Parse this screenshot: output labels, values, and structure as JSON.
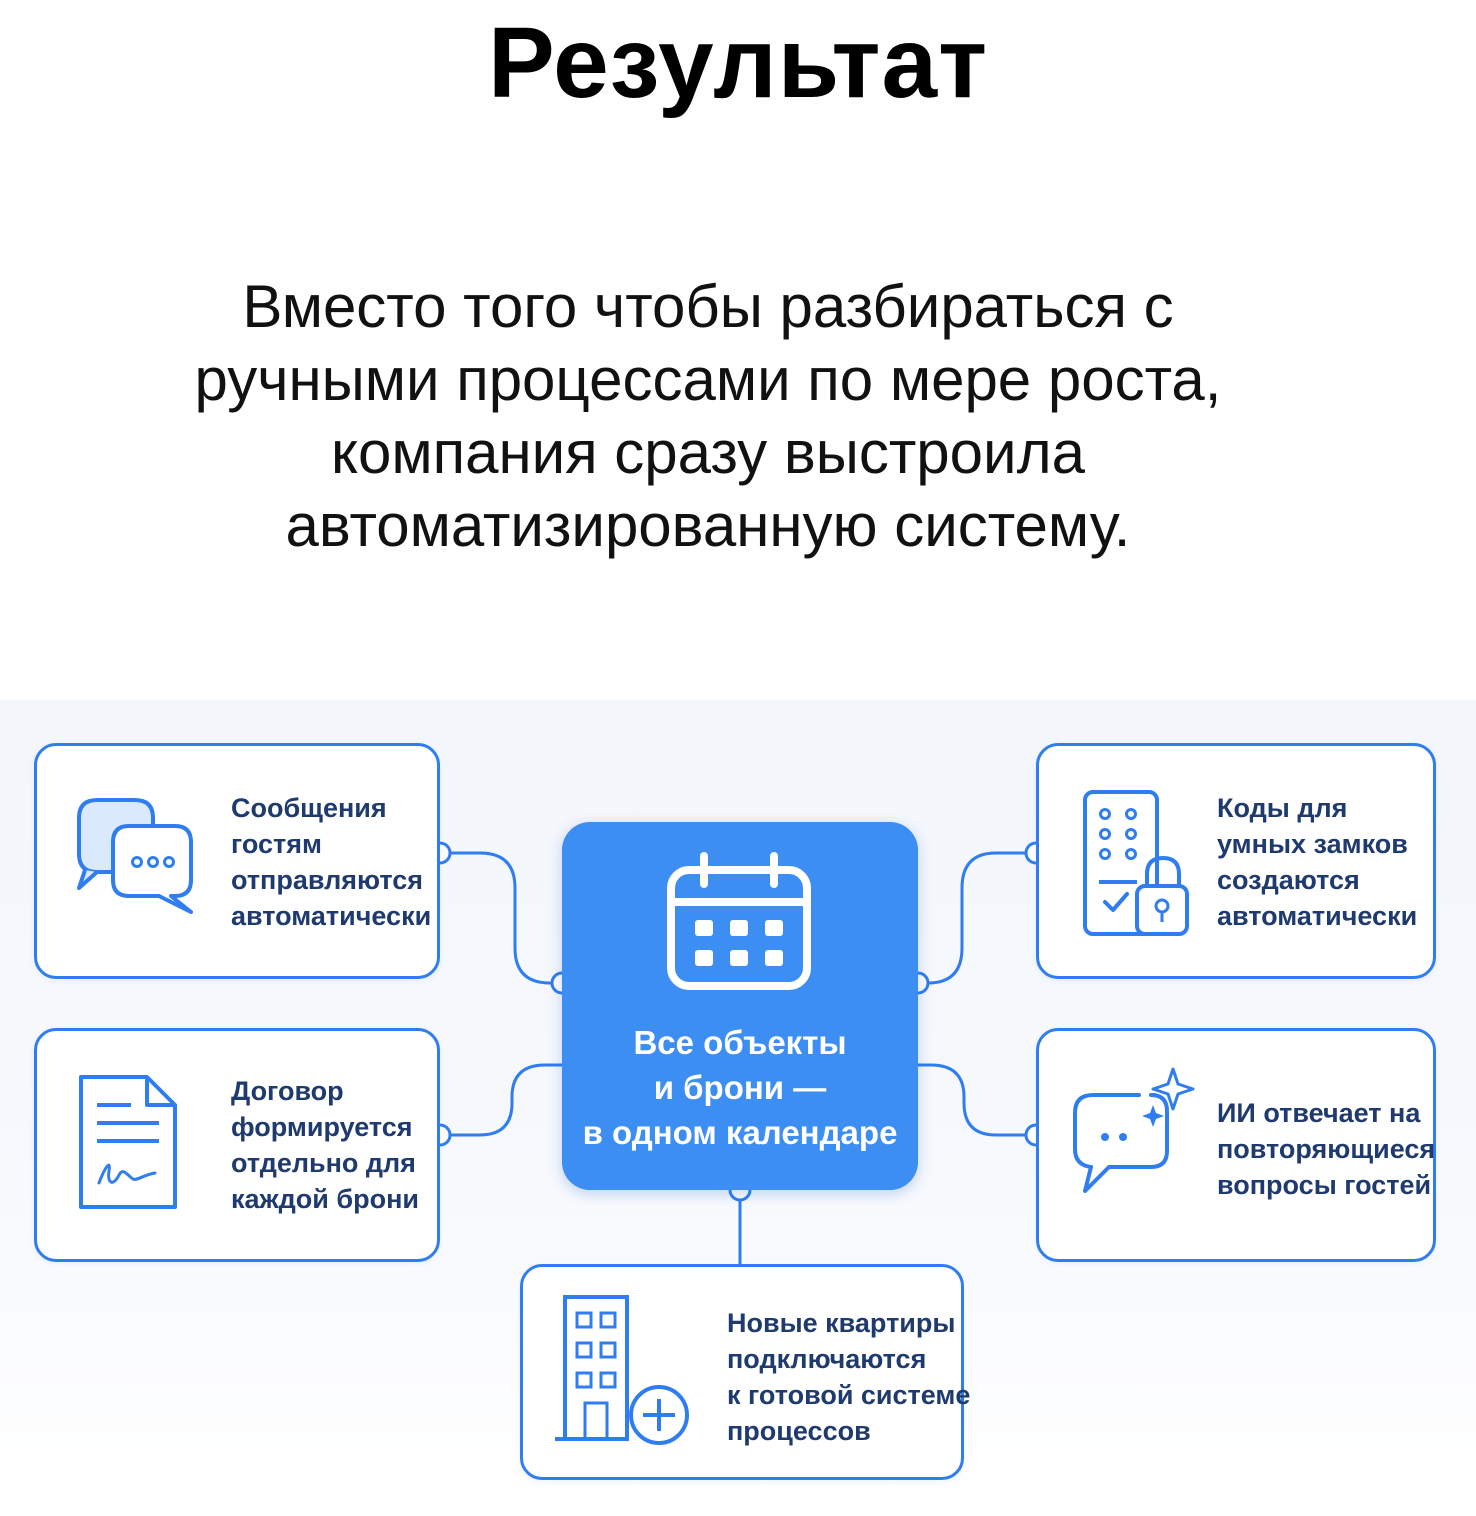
{
  "title": "Результат",
  "subtitle": [
    "Вместо того чтобы разбираться с",
    "ручными процессами по мере роста,",
    "компания сразу выстроила",
    "автоматизированную систему."
  ],
  "center": {
    "icon": "calendar-icon",
    "lines": [
      "Все объекты",
      "и брони —",
      "в одном календаре"
    ]
  },
  "cards": {
    "messages": {
      "icon": "chat-bubbles-icon",
      "lines": [
        "Сообщения",
        "гостям",
        "отправляются",
        "автоматически"
      ]
    },
    "contract": {
      "icon": "signed-document-icon",
      "lines": [
        "Договор",
        "формируется",
        "отдельно для",
        "каждой брони"
      ]
    },
    "locks": {
      "icon": "smart-lock-keypad-icon",
      "lines": [
        "Коды для",
        "умных замков",
        "создаются",
        "автоматически"
      ]
    },
    "ai": {
      "icon": "ai-chat-sparkle-icon",
      "lines": [
        "ИИ отвечает на",
        "повторяющиеся",
        "вопросы гостей"
      ]
    },
    "apartments": {
      "icon": "building-plus-icon",
      "lines": [
        "Новые квартиры",
        "подключаются",
        "к готовой системе",
        "процессов"
      ]
    }
  },
  "colors": {
    "accent": "#2f7df0",
    "center_fill": "#3c8ef2",
    "card_text": "#1f3a6e",
    "icon_fill_light": "#dbe9fd"
  }
}
